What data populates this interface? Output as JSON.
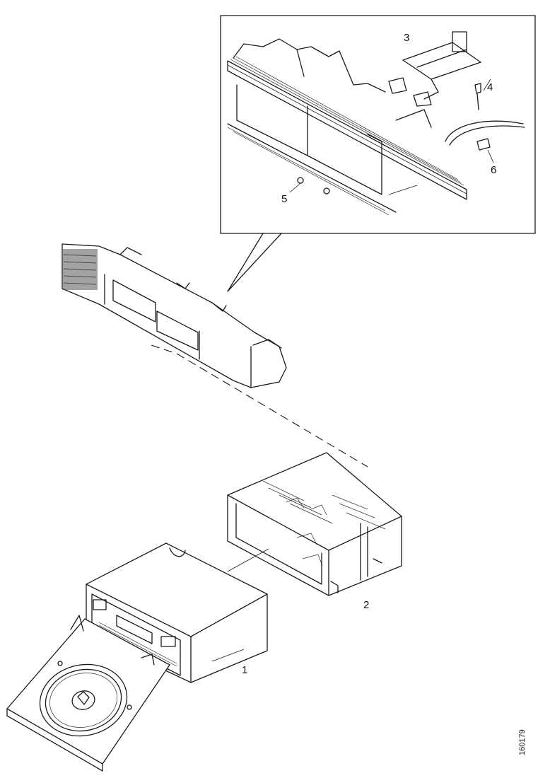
{
  "diagram": {
    "callouts": [
      {
        "id": "callout-1",
        "label": "1"
      },
      {
        "id": "callout-2",
        "label": "2"
      },
      {
        "id": "callout-3",
        "label": "3"
      },
      {
        "id": "callout-4",
        "label": "4"
      },
      {
        "id": "callout-5",
        "label": "5"
      },
      {
        "id": "callout-6",
        "label": "6"
      }
    ],
    "figure_code": "160179"
  }
}
